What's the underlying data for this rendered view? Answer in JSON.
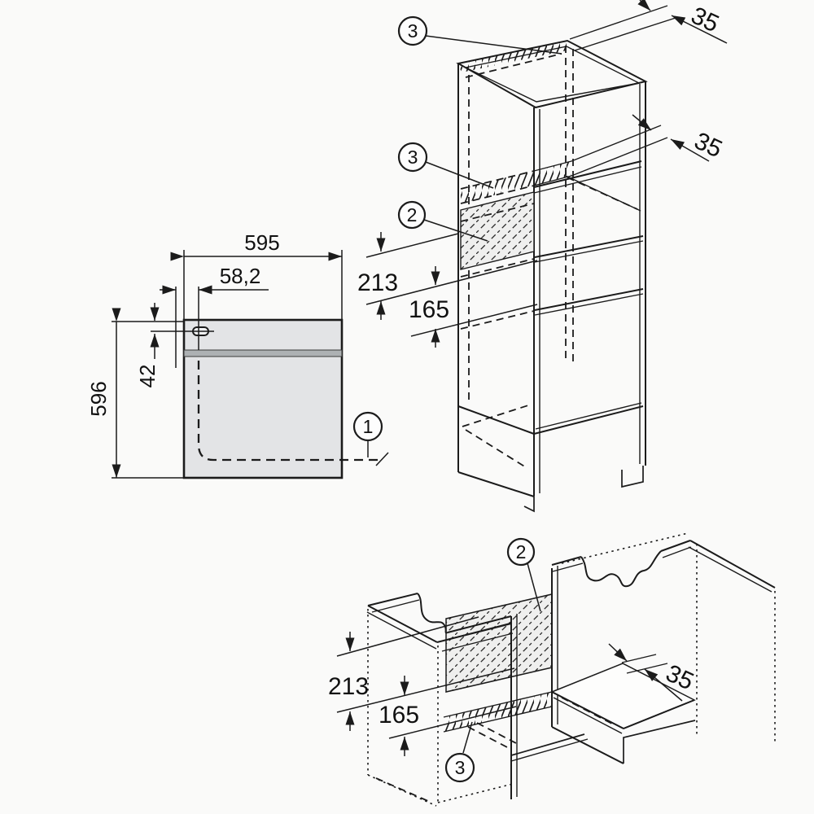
{
  "page": {
    "background": "#fafaf9",
    "line_color": "#1b1b1b",
    "appliance_fill": "#e3e4e6",
    "divider_fill": "#adb1b3"
  },
  "front_view": {
    "width_mm": "595",
    "socket_offset_mm": "58,2",
    "top_offset_mm": "42",
    "height_mm": "596",
    "callout_niche_floor": "1"
  },
  "tall_unit_view": {
    "callout_top_vent": "3",
    "callout_shelf_vent": "3",
    "callout_heat_shield": "2",
    "vent_depth_top_mm": "35",
    "vent_depth_shelf_mm": "35",
    "shield_height_mm": "213",
    "vent_offset_mm": "165"
  },
  "base_unit_view": {
    "callout_heat_shield": "2",
    "callout_shelf_vent": "3",
    "vent_depth_mm": "35",
    "shield_height_mm": "213",
    "vent_offset_mm": "165"
  }
}
